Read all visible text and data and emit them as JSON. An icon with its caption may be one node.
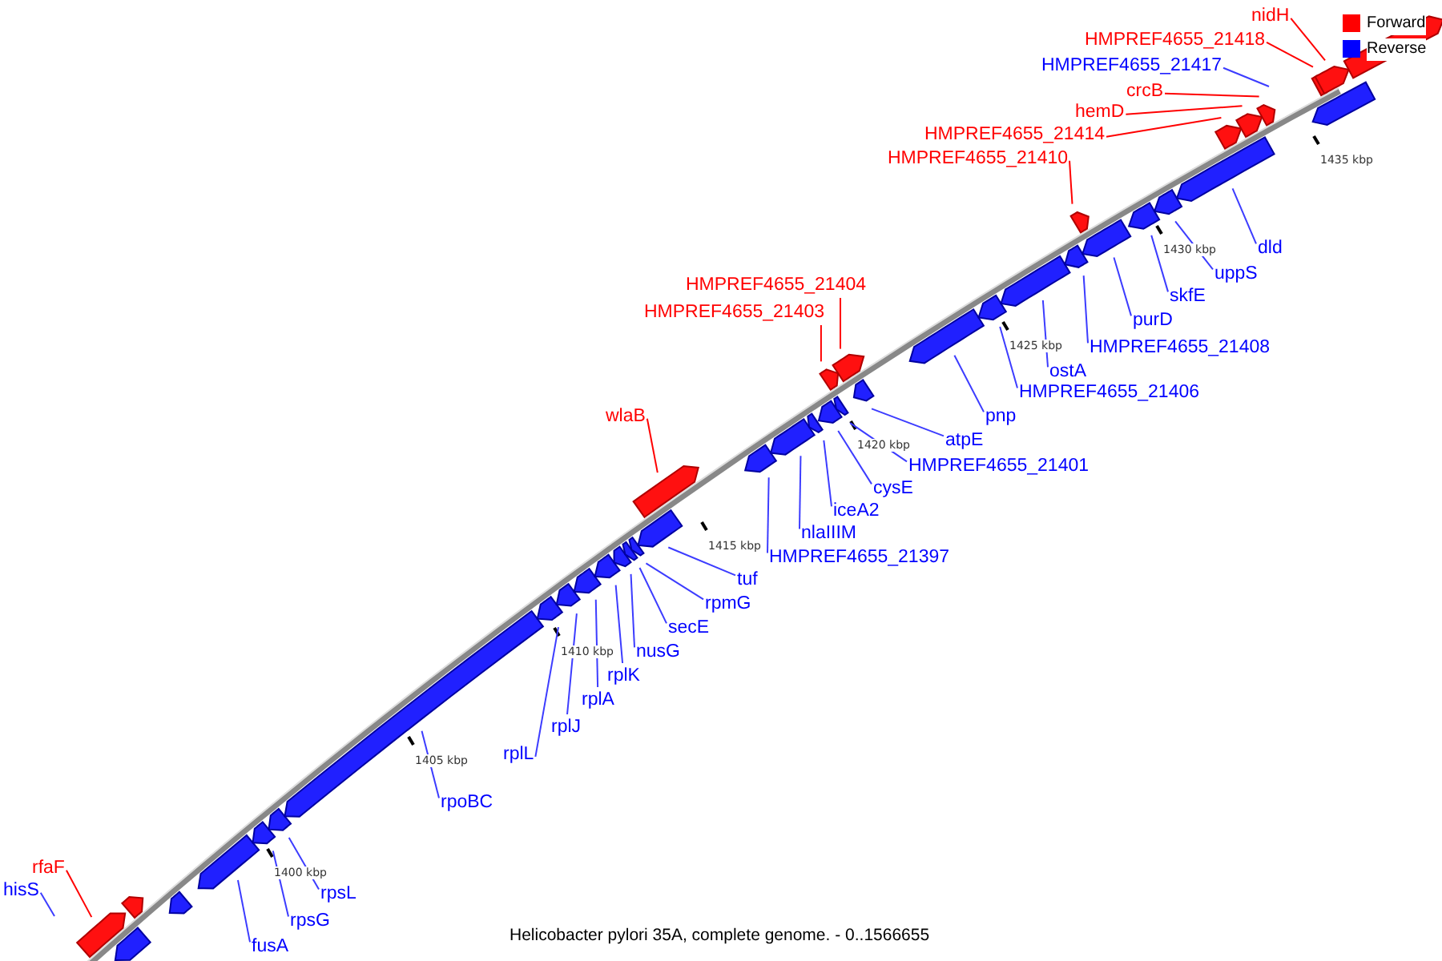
{
  "diagram": {
    "caption": "Helicobacter pylori 35A, complete genome. - 0..1566655",
    "nodes": [
      {
        "text": [
          "hisS"
        ]
      },
      {
        "text": [
          "rfaF"
        ]
      },
      {
        "text": [],
        "shape": "arrow"
      },
      {
        "text": [
          "fusA"
        ]
      },
      {
        "text": [],
        "shape": "arrow"
      },
      {
        "text": [
          "rpsG"
        ]
      },
      {
        "text": [],
        "shape": "arrow"
      },
      {
        "text": [
          "rpsL"
        ]
      },
      {
        "text": [],
        "shape": "arrow"
      },
      {
        "text": [
          "rpoBC"
        ]
      },
      {
        "text": [],
        "shape": "arrow"
      },
      {
        "text": [
          "rplL"
        ]
      },
      {
        "text": [],
        "shape": "arrow"
      },
      {
        "text": [
          "rplJ"
        ]
      },
      {
        "text": [],
        "shape": "arrow"
      },
      {
        "text": [
          "rplA"
        ]
      },
      {
        "text": [],
        "shape": "arrow"
      },
      {
        "text": [
          "rplK"
        ]
      },
      {
        "text": [],
        "shape": "arrow"
      },
      {
        "text": [
          "nusG"
        ]
      },
      {
        "text": [],
        "shape": "arrow"
      },
      {
        "text": [
          "secE"
        ]
      },
      {
        "text": [],
        "shape": "arrow"
      },
      {
        "text": [
          "rpmG"
        ]
      },
      {
        "text": [],
        "shape": "arrow"
      },
      {
        "text": [
          "tuf"
        ]
      },
      {
        "text": [],
        "shape": "arrow"
      },
      {
        "text": [
          "wlaB"
        ]
      },
      {
        "text": [],
        "shape": "arrow"
      },
      {
        "text": [
          "HMPREF4655_21397"
        ]
      },
      {
        "text": [],
        "shape": "arrow"
      },
      {
        "text": [
          "nlaIIIM"
        ]
      },
      {
        "text": [],
        "shape": "arrow"
      },
      {
        "text": [
          "iceA2"
        ]
      },
      {
        "text": [],
        "shape": "arrow"
      },
      {
        "text": [
          "cysE"
        ]
      },
      {
        "text": [],
        "shape": "arrow"
      },
      {
        "text": [
          "HMPREF4655_21401"
        ]
      },
      {
        "text": [],
        "shape": "arrow"
      },
      {
        "text": [
          "atpE"
        ]
      },
      {
        "text": [],
        "shape": "arrow"
      },
      {
        "text": [
          "HMPREF4655_21403"
        ]
      },
      {
        "text": [],
        "shape": "arrow"
      },
      {
        "text": [
          "HMPREF4655_21404"
        ]
      },
      {
        "text": [],
        "shape": "arrow"
      },
      {
        "text": [
          "pnp"
        ]
      },
      {
        "text": [],
        "shape": "arrow"
      },
      {
        "text": [
          "HMPREF4655_21406"
        ]
      },
      {
        "text": [],
        "shape": "arrow"
      },
      {
        "text": [
          "ostA"
        ]
      },
      {
        "text": [],
        "shape": "arrow"
      },
      {
        "text": [
          "HMPREF4655_21408"
        ]
      },
      {
        "text": [],
        "shape": "arrow"
      },
      {
        "text": [
          "purD"
        ]
      },
      {
        "text": [],
        "shape": "arrow"
      },
      {
        "text": [
          "skfE"
        ]
      },
      {
        "text": [],
        "shape": "arrow"
      },
      {
        "text": [
          "uppS"
        ]
      },
      {
        "text": [],
        "shape": "arrow"
      },
      {
        "text": [
          "dld"
        ]
      },
      {
        "text": [],
        "shape": "arrow"
      },
      {
        "text": [
          "HMPREF4655_21410"
        ]
      },
      {
        "text": [],
        "shape": "arrow"
      },
      {
        "text": [
          "HMPREF4655_21414"
        ]
      },
      {
        "text": [],
        "shape": "arrow"
      },
      {
        "text": [
          "hemD"
        ]
      },
      {
        "text": [],
        "shape": "arrow"
      },
      {
        "text": [
          "crcB"
        ]
      },
      {
        "text": [],
        "shape": "arrow"
      },
      {
        "text": [
          "HMPREF4655_21417"
        ]
      },
      {
        "text": [
          "HMPREF4655_21418"
        ]
      },
      {
        "text": [],
        "shape": "arrow"
      },
      {
        "text": [
          "nidH"
        ]
      },
      {
        "text": [],
        "shape": "arrow"
      },
      {
        "text": [],
        "shape": "arrow"
      },
      {
        "text": [],
        "shape": "arrow"
      },
      {
        "text": [],
        "shape": "arrow"
      },
      {
        "text": [],
        "shape": "arrow"
      },
      {
        "text": [],
        "shape": "arrow"
      }
    ],
    "edges": [
      {
        "from": 0,
        "to": null,
        "arrow": "none"
      },
      {
        "from": 1,
        "to": 2,
        "arrow": "none",
        "color": "#ff0000"
      },
      {
        "from": 3,
        "to": 4,
        "arrow": "none"
      },
      {
        "from": 5,
        "to": 6,
        "arrow": "none"
      },
      {
        "from": 7,
        "to": 8,
        "arrow": "none"
      },
      {
        "from": 9,
        "to": 10,
        "arrow": "none"
      },
      {
        "from": 11,
        "to": 12,
        "arrow": "none"
      },
      {
        "from": 13,
        "to": 14,
        "arrow": "none"
      },
      {
        "from": 15,
        "to": 16,
        "arrow": "none"
      },
      {
        "from": 17,
        "to": 18,
        "arrow": "none"
      },
      {
        "from": 19,
        "to": 20,
        "arrow": "none"
      },
      {
        "from": 21,
        "to": 22,
        "arrow": "none"
      },
      {
        "from": 23,
        "to": 24,
        "arrow": "none"
      },
      {
        "from": 25,
        "to": 26,
        "arrow": "none"
      },
      {
        "from": 27,
        "to": 28,
        "arrow": "none",
        "color": "#ff0000"
      },
      {
        "from": 29,
        "to": 30,
        "arrow": "none"
      },
      {
        "from": 31,
        "to": 32,
        "arrow": "none"
      },
      {
        "from": 33,
        "to": 34,
        "arrow": "none"
      },
      {
        "from": 35,
        "to": 36,
        "arrow": "none"
      },
      {
        "from": 37,
        "to": 38,
        "arrow": "none"
      },
      {
        "from": 39,
        "to": 40,
        "arrow": "none"
      },
      {
        "from": 41,
        "to": 42,
        "arrow": "none",
        "color": "#ff0000"
      },
      {
        "from": 43,
        "to": 44,
        "arrow": "none",
        "color": "#ff0000"
      },
      {
        "from": 45,
        "to": 46,
        "arrow": "none"
      },
      {
        "from": 47,
        "to": 48,
        "arrow": "none"
      },
      {
        "from": 49,
        "to": 50,
        "arrow": "none"
      },
      {
        "from": 51,
        "to": 52,
        "arrow": "none"
      },
      {
        "from": 53,
        "to": 54,
        "arrow": "none"
      },
      {
        "from": 55,
        "to": 56,
        "arrow": "none"
      },
      {
        "from": 57,
        "to": 58,
        "arrow": "none"
      },
      {
        "from": 59,
        "to": 60,
        "arrow": "none"
      },
      {
        "from": 61,
        "to": 62,
        "arrow": "none",
        "color": "#ff0000"
      },
      {
        "from": 63,
        "to": 64,
        "arrow": "none",
        "color": "#ff0000"
      },
      {
        "from": 65,
        "to": 66,
        "arrow": "none",
        "color": "#ff0000"
      },
      {
        "from": 67,
        "to": 68,
        "arrow": "none",
        "color": "#ff0000"
      },
      {
        "from": 69,
        "to": null,
        "arrow": "none"
      },
      {
        "from": 70,
        "to": 71,
        "arrow": "none",
        "color": "#ff0000"
      },
      {
        "from": 72,
        "to": 73,
        "arrow": "none",
        "color": "#ff0000"
      }
    ],
    "labels": [
      "1435 kbp",
      "1430 kbp",
      "1425 kbp",
      "1420 kbp",
      "1415 kbp",
      "1410 kbp",
      "1405 kbp",
      "1400 kbp"
    ],
    "legend": [
      {
        "text": "Forward",
        "color": "#ff0000"
      },
      {
        "text": "Reverse",
        "color": "#0000ff"
      }
    ]
  }
}
